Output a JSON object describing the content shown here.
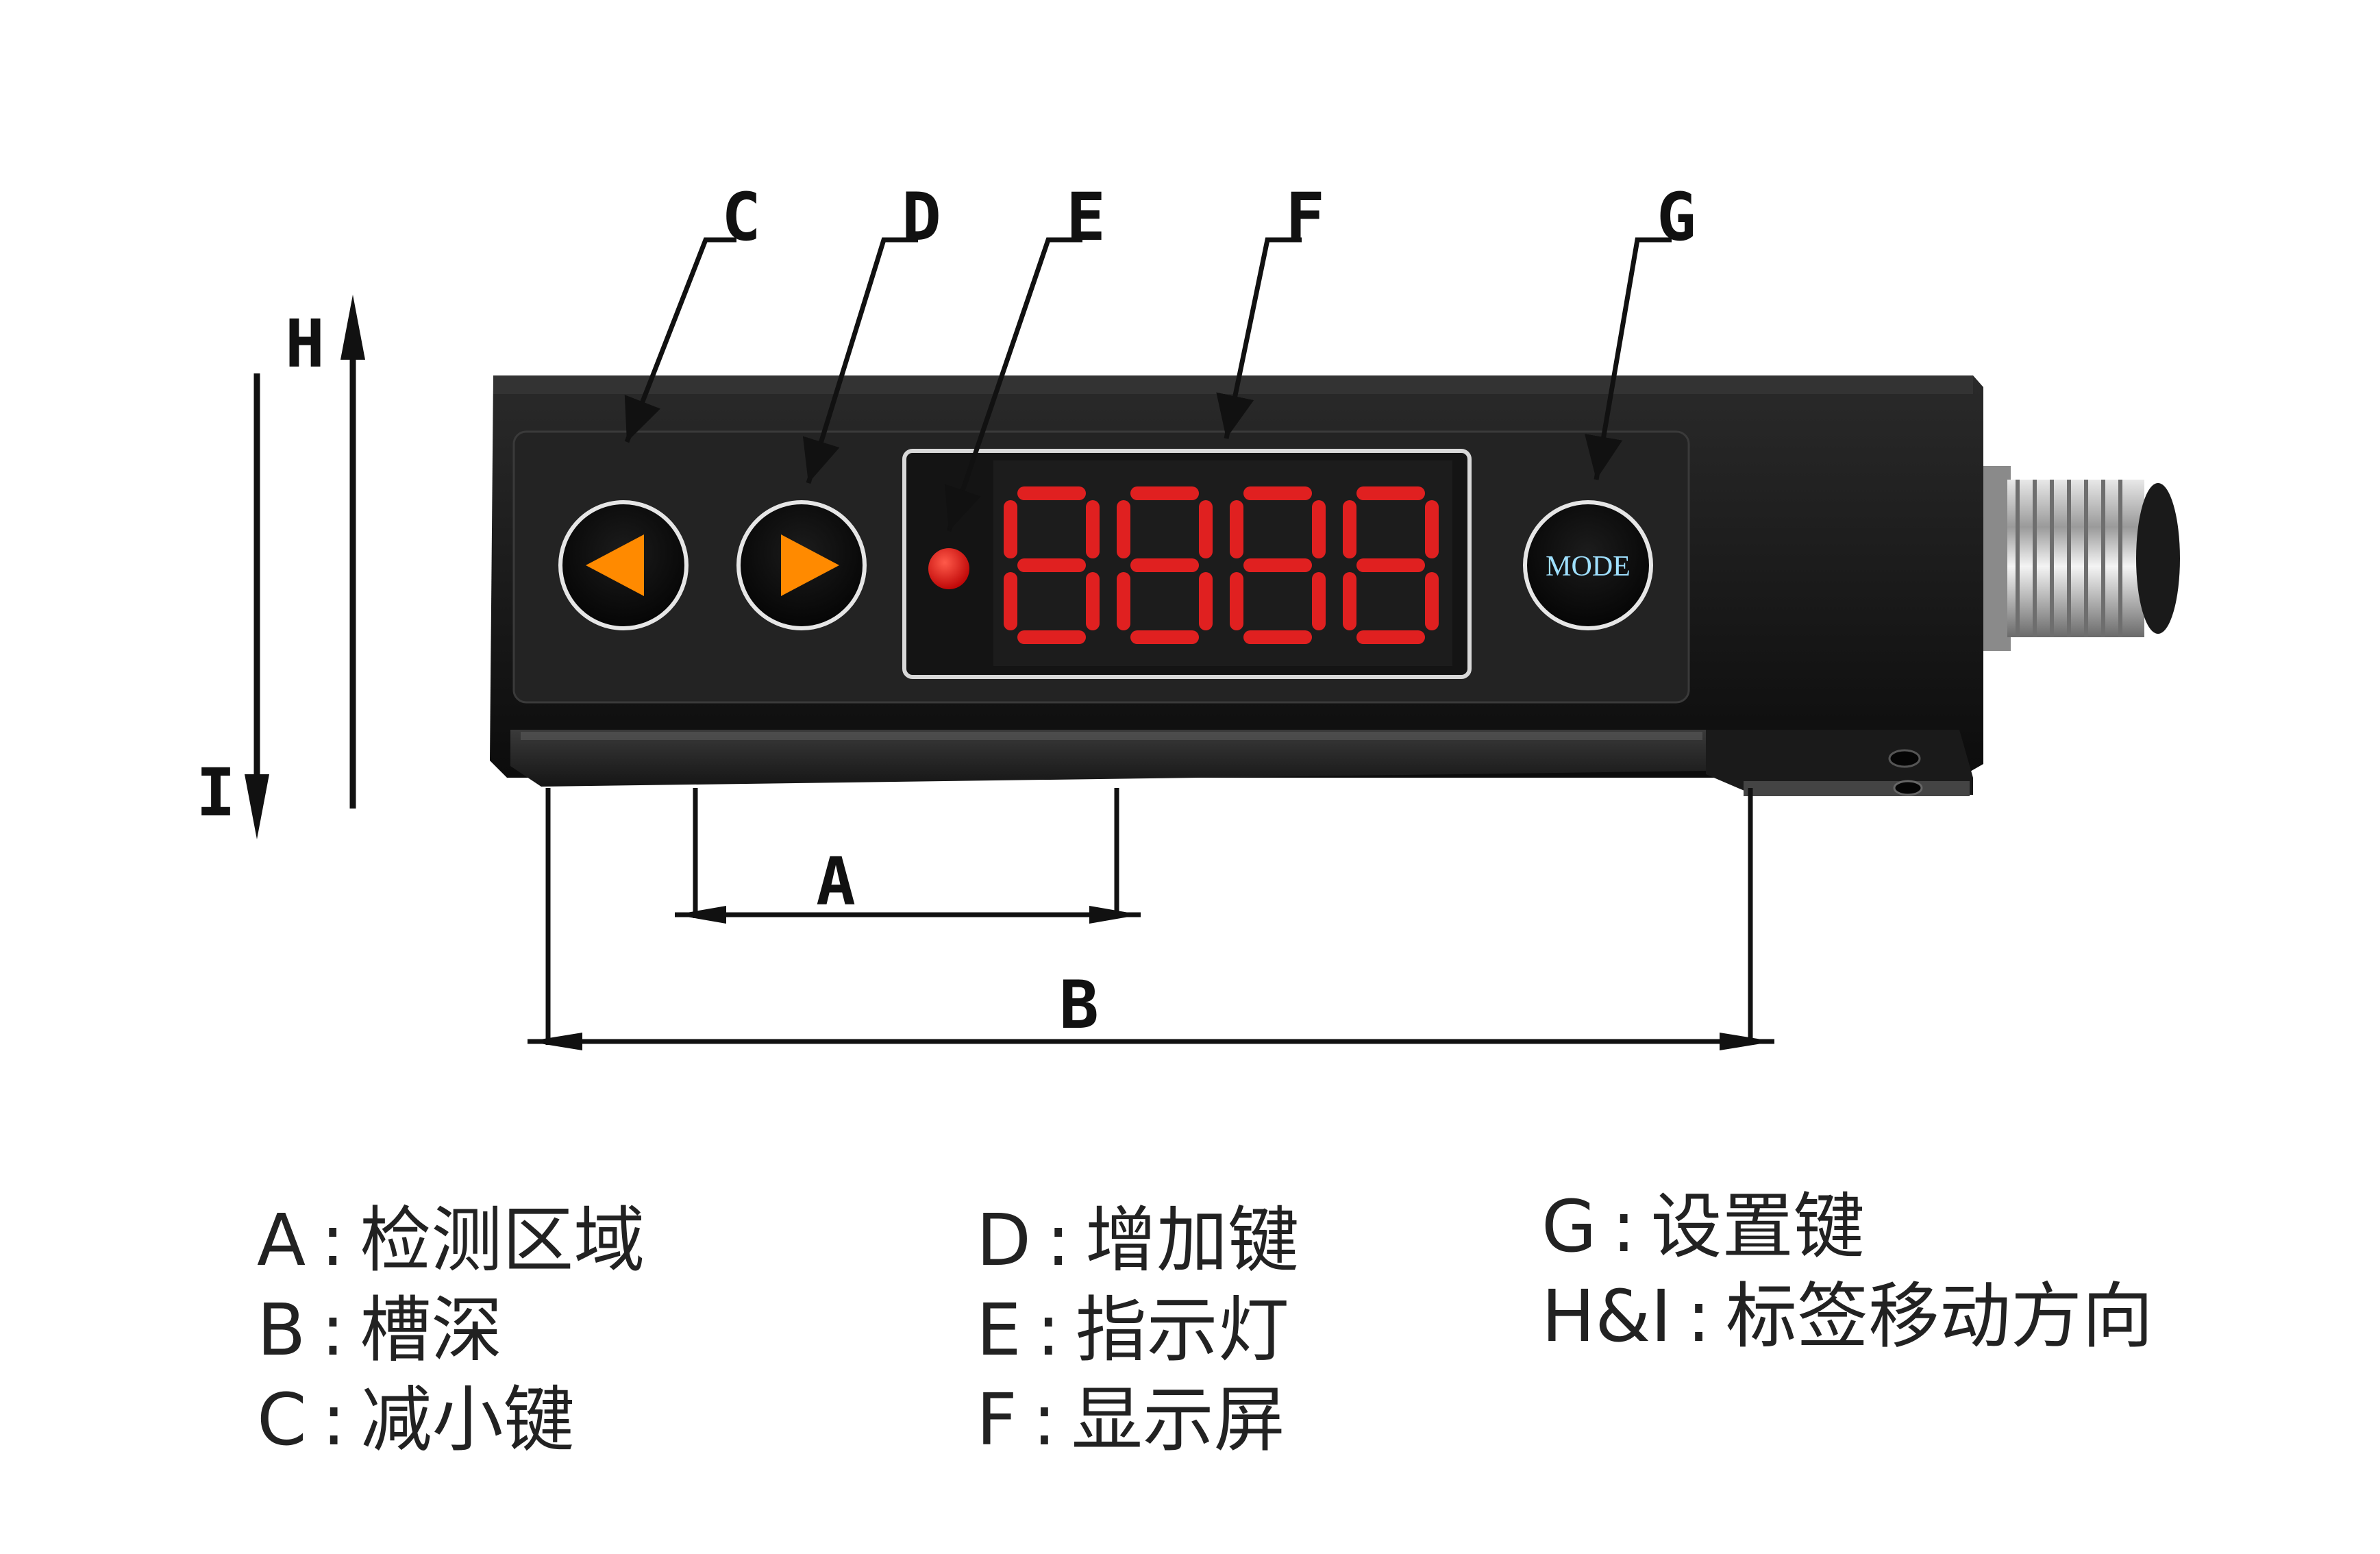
{
  "callouts": {
    "C": "C",
    "D": "D",
    "E": "E",
    "F": "F",
    "G": "G",
    "H": "H",
    "I": "I",
    "A": "A",
    "B": "B"
  },
  "device": {
    "display_digits": "8888",
    "mode_label": "MODE",
    "display_color": "#e02020",
    "button_arrow_color": "#ff8a00",
    "indicator_color": "#e01010",
    "mode_text_color": "#9fe0ff"
  },
  "legend": {
    "col1": [
      {
        "key": "A",
        "sep": ":",
        "text": "检测区域"
      },
      {
        "key": "B",
        "sep": ":",
        "text": "槽深"
      },
      {
        "key": "C",
        "sep": ":",
        "text": "减小键"
      }
    ],
    "col2": [
      {
        "key": "D",
        "sep": ":",
        "text": "增加键"
      },
      {
        "key": "E",
        "sep": ":",
        "text": "指示灯"
      },
      {
        "key": "F",
        "sep": ":",
        "text": "显示屏"
      }
    ],
    "col3": [
      {
        "key": "G",
        "sep": ":",
        "text": "设置键"
      },
      {
        "key": "H&I",
        "sep": ":",
        "text": "标签移动方向"
      }
    ]
  }
}
